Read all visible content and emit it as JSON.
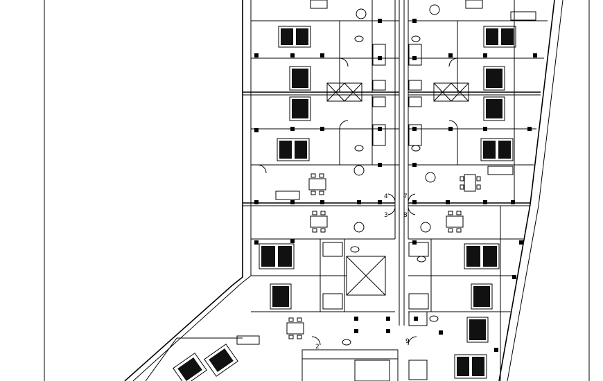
{
  "labels": {
    "unit_2": "2",
    "unit_3": "3",
    "unit_4": "4",
    "unit_7": "7",
    "unit_8": "8",
    "unit_9": "9"
  },
  "colors": {
    "line": "#000000",
    "background": "#ffffff"
  }
}
